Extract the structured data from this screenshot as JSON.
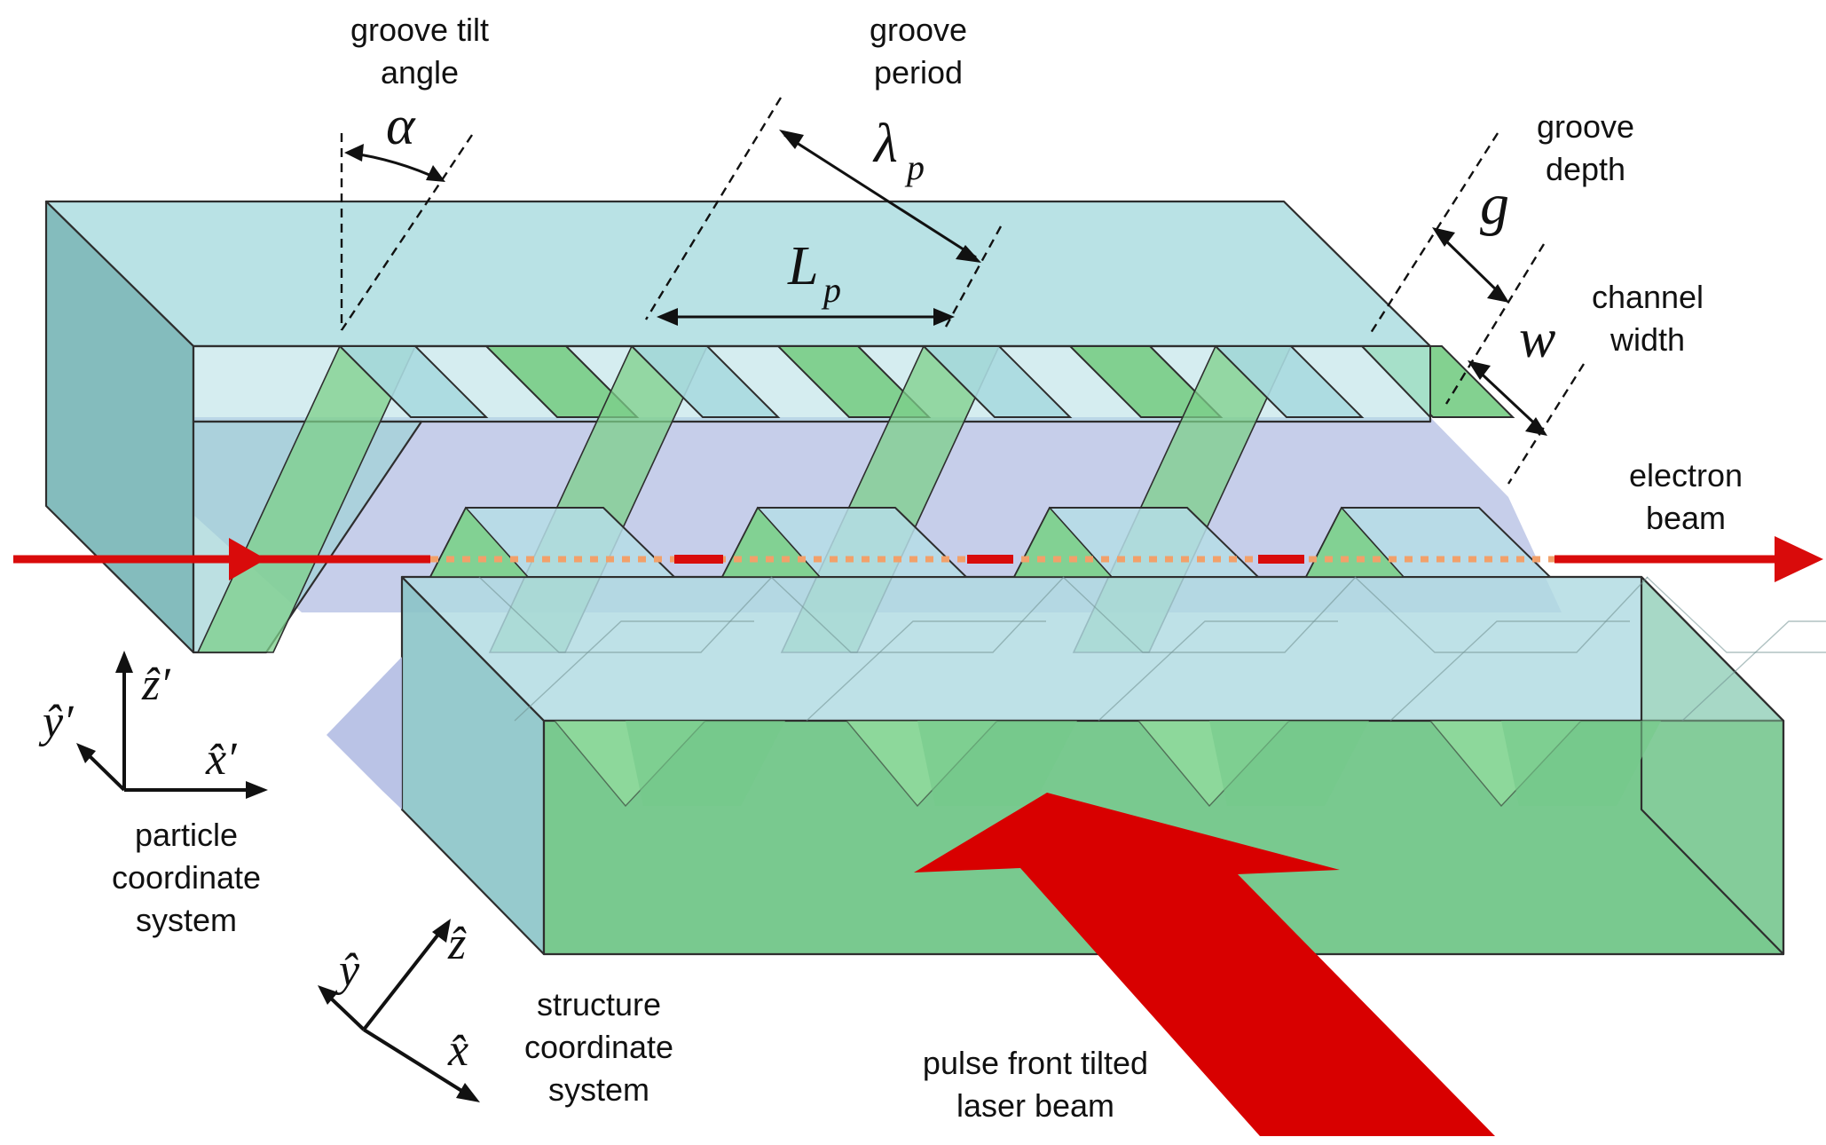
{
  "labels": {
    "groove_tilt_angle": [
      "groove tilt",
      "angle"
    ],
    "groove_period": [
      "groove",
      "period"
    ],
    "groove_depth": [
      "groove",
      "depth"
    ],
    "channel_width": [
      "channel",
      "width"
    ],
    "electron_beam": [
      "electron",
      "beam"
    ],
    "particle_coordinate_system": [
      "particle",
      "coordinate",
      "system"
    ],
    "structure_coordinate_system": [
      "structure",
      "coordinate",
      "system"
    ],
    "laser_beam": [
      "pulse front tilted",
      "laser beam"
    ]
  },
  "symbols": {
    "alpha": "α",
    "lambda": "λ",
    "lambda_sub": "p",
    "L": "L",
    "L_sub": "p",
    "g": "g",
    "w": "w"
  },
  "axes": {
    "particle": {
      "z": "ẑ′",
      "y": "ŷ′",
      "x": "x̂′"
    },
    "structure": {
      "z": "ẑ",
      "y": "ŷ",
      "x": "x̂"
    }
  },
  "colors": {
    "glass": "#a9d9df",
    "glass_side": "#86bfc0",
    "groove_green": "#7ccf8a",
    "body_green": "#79c98f",
    "channel_lavender": "#bcc6e6",
    "beam_red": "#d90b0b",
    "beam_dotted": "#f2a06a"
  }
}
